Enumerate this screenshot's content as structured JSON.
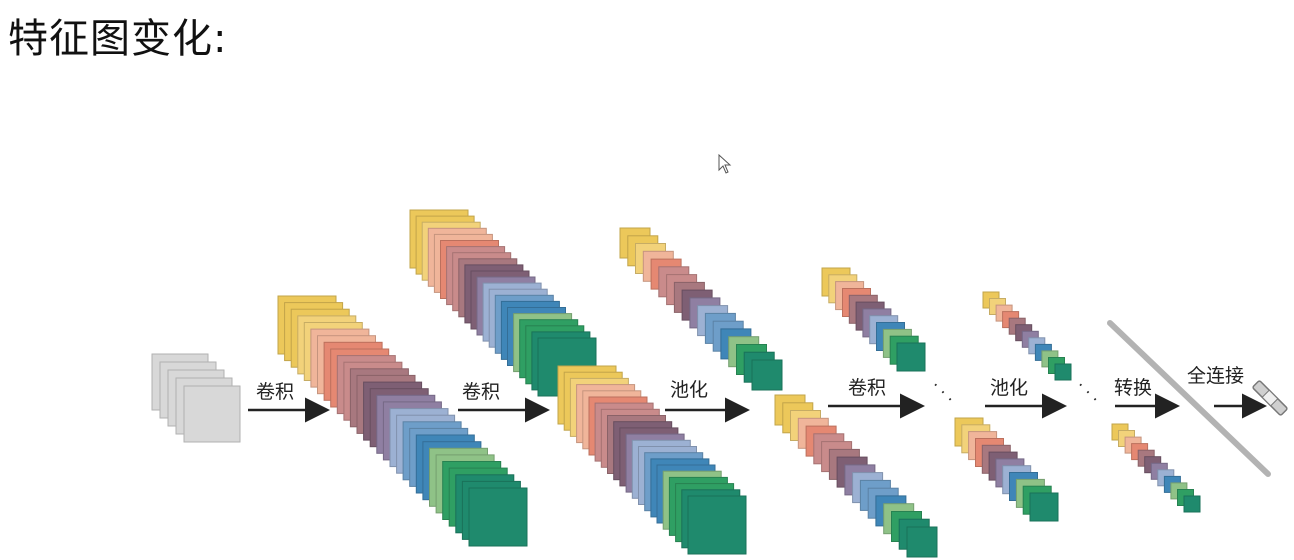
{
  "title": "特征图变化:",
  "palette": [
    "#ecc85a",
    "#f2d27a",
    "#f0b59a",
    "#e58872",
    "#c98b8b",
    "#a8787f",
    "#7e5f74",
    "#8f7fa2",
    "#9cb1d3",
    "#6e9ec9",
    "#3f86b8",
    "#8fc287",
    "#2f9f63",
    "#1f8a6d"
  ],
  "input_color": "#d8d8d8",
  "arrow_labels": {
    "conv1": "卷积",
    "conv2": "卷积",
    "pool1": "池化",
    "conv3": "卷积",
    "pool2": "池化",
    "flatten": "转换",
    "fc": "全连接"
  },
  "ellipsis": "· · ·"
}
